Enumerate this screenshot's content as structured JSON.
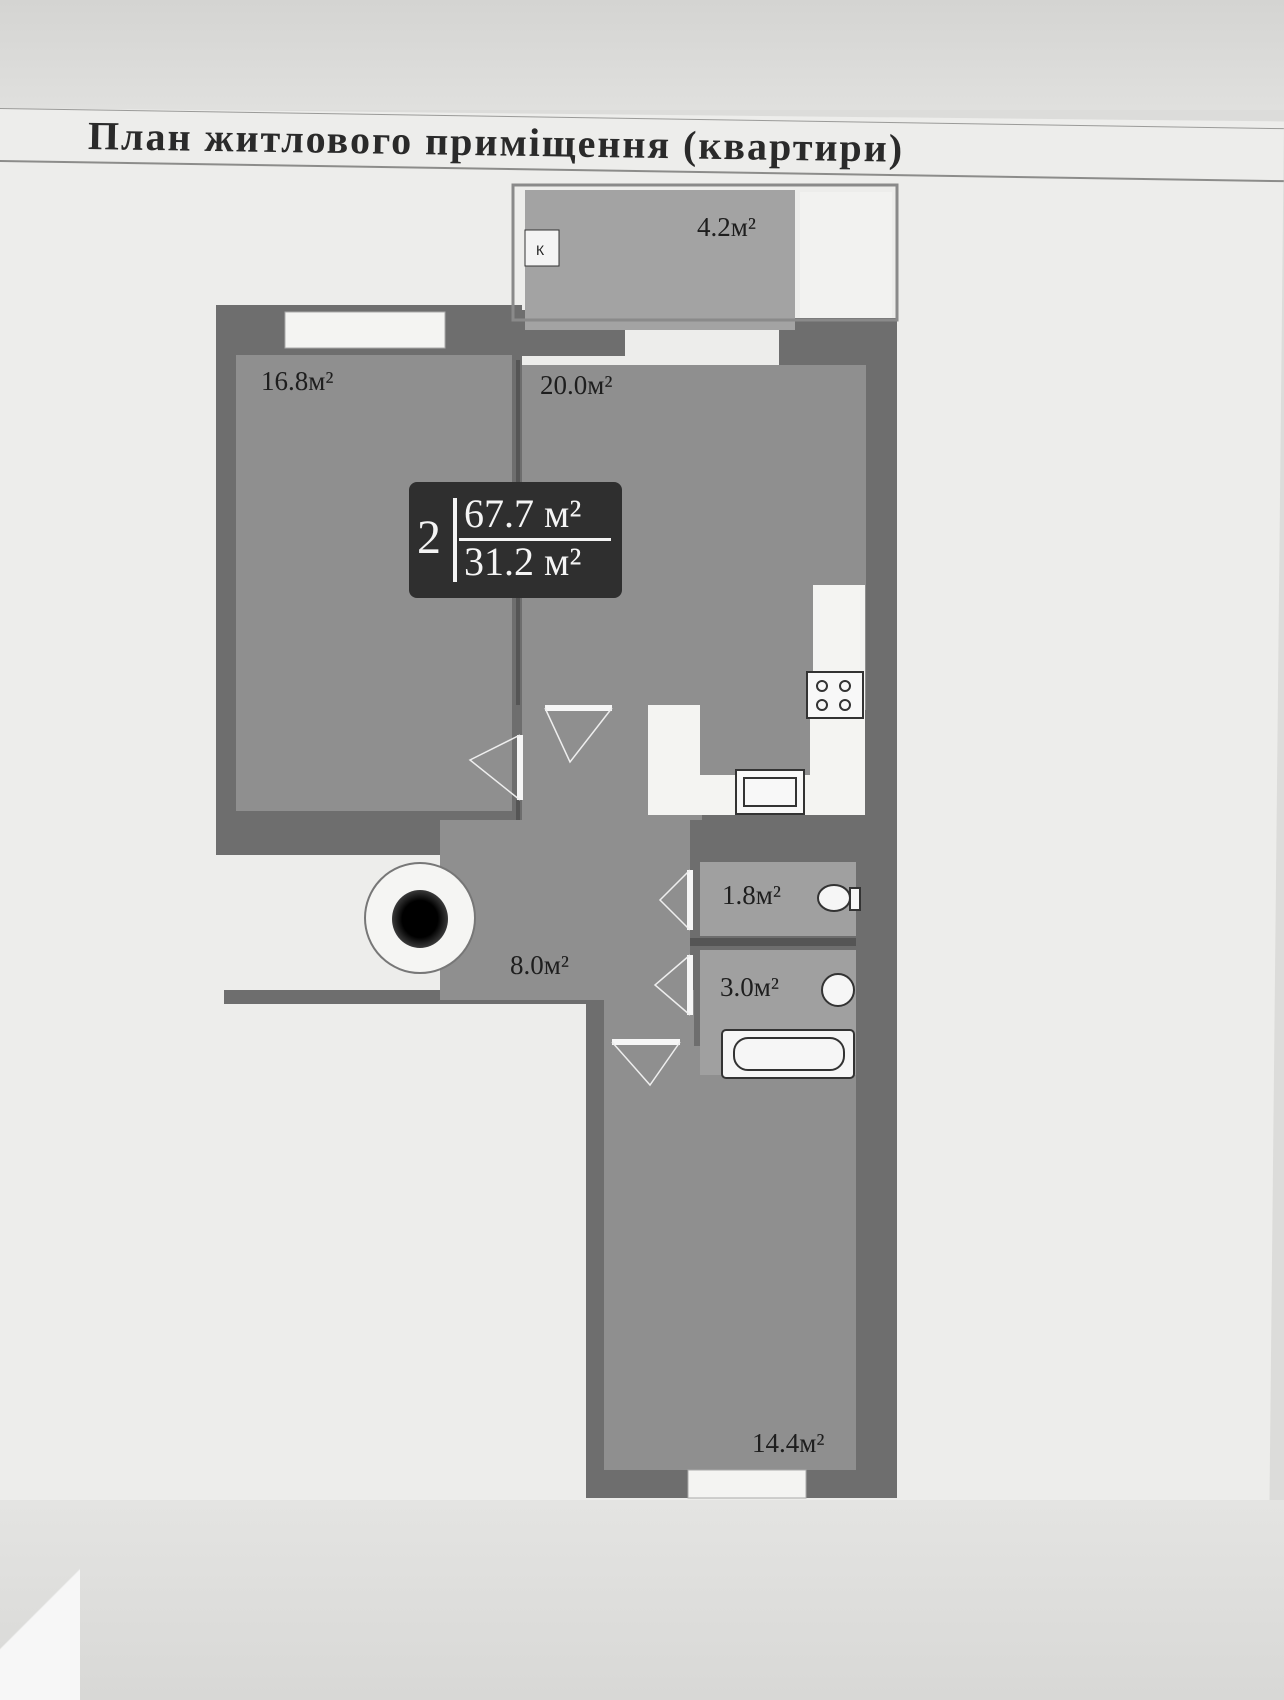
{
  "title": "План житлового приміщення (квартири)",
  "rooms": [
    {
      "id": "balcony",
      "area": "4.2м²"
    },
    {
      "id": "bedroom-left",
      "area": "16.8м²"
    },
    {
      "id": "living-kitchen",
      "area": "20.0м²"
    },
    {
      "id": "toilet",
      "area": "1.8м²"
    },
    {
      "id": "hallway",
      "area": "8.0м²"
    },
    {
      "id": "bathroom",
      "area": "3.0м²"
    },
    {
      "id": "bedroom-bottom",
      "area": "14.4м²"
    }
  ],
  "balcony_marker": "К",
  "summary": {
    "rooms": "2",
    "total_area": "67.7 м²",
    "living_area": "31.2 м²"
  },
  "colors": {
    "wall": "#6e6e6e",
    "floor": "#8f8f8f",
    "paper": "#ededeb",
    "label_box": "#2f2f2f"
  },
  "icons": [
    "stove-icon",
    "sink-icon",
    "toilet-icon",
    "washbasin-icon",
    "bathtub-icon",
    "door-swing-icon",
    "entrance-mark-icon"
  ]
}
